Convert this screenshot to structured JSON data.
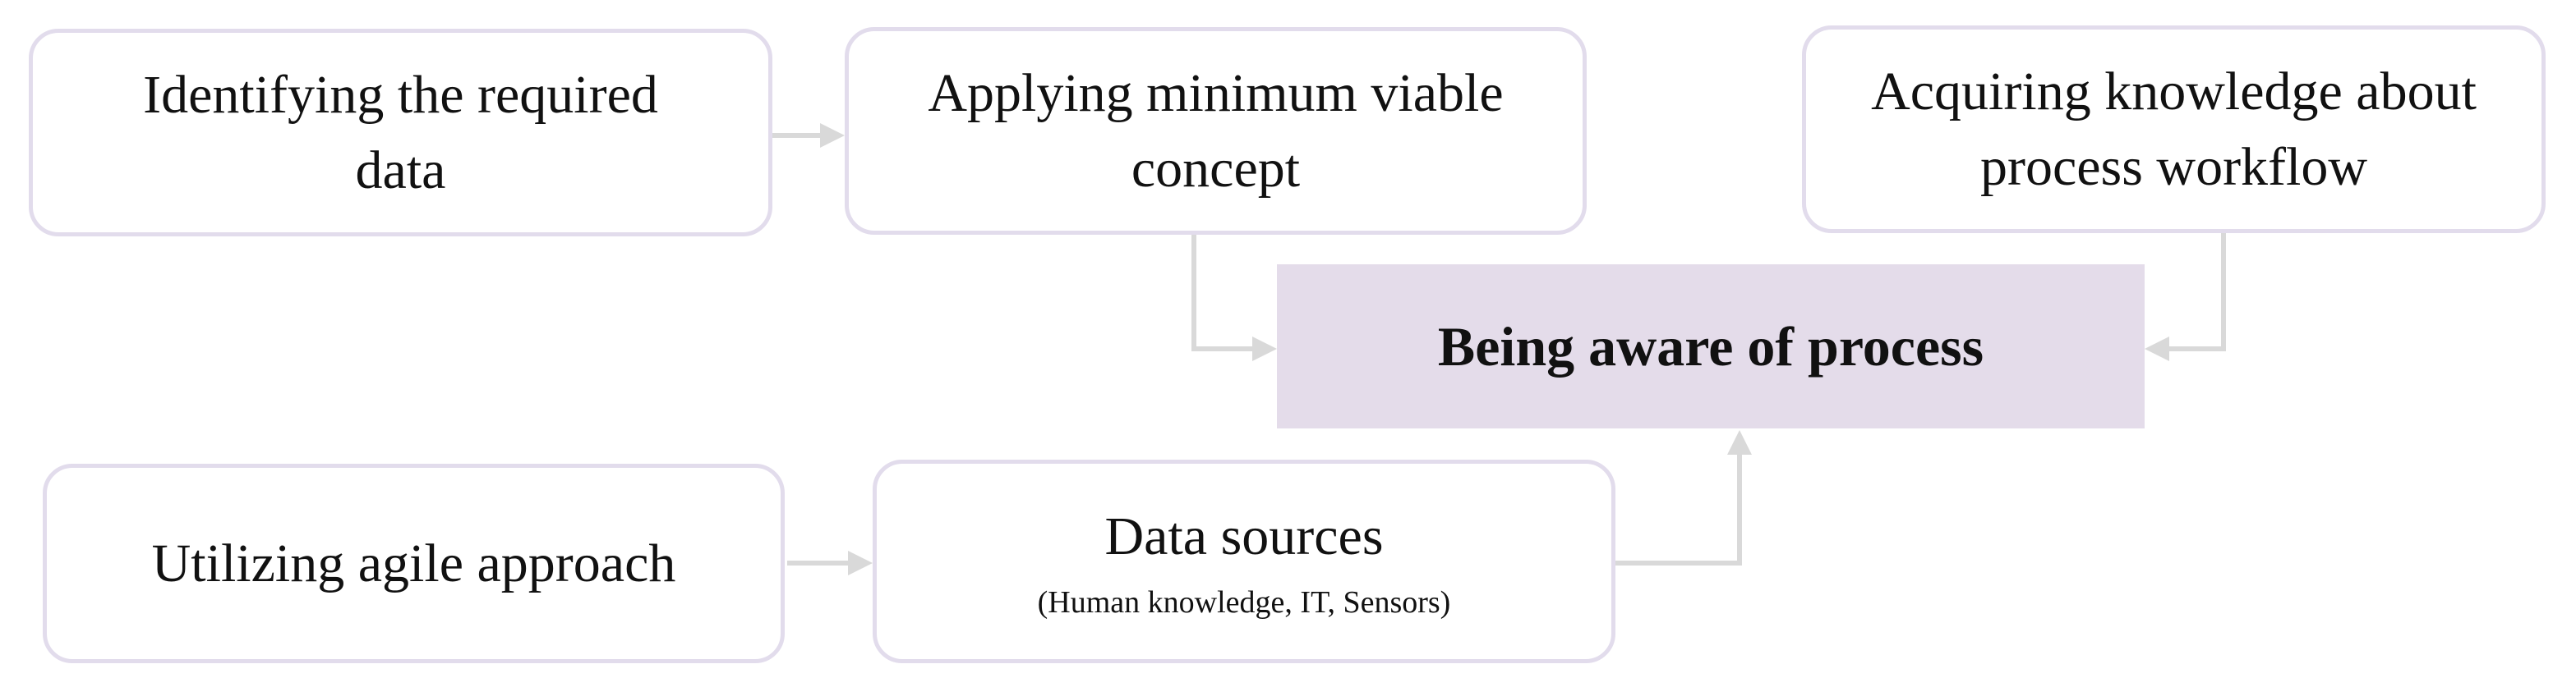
{
  "diagram": {
    "central": {
      "label": "Being aware of process"
    },
    "identify_data": {
      "label": "Identifying the required data"
    },
    "minimum_viable": {
      "label": "Applying minimum viable concept"
    },
    "acquire_knowledge": {
      "label": "Acquiring knowledge about process workflow"
    },
    "agile": {
      "label": "Utilizing agile approach"
    },
    "data_sources": {
      "label": "Data sources",
      "detail": "(Human knowledge, IT, Sensors)"
    },
    "colors": {
      "central_fill": "#e4dcea",
      "box_border": "#e2dcec",
      "connector": "#d9d9d9"
    }
  }
}
